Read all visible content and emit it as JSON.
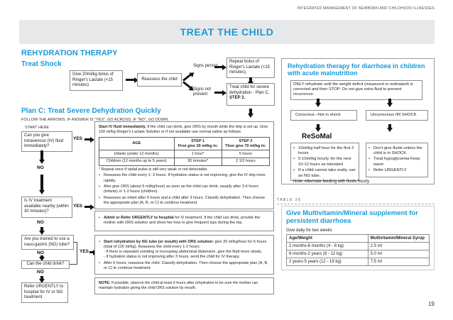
{
  "page": {
    "doc_header": "INTEGRATED MANAGEMENT OF NEWBORN AND CHILDHOOD ILLNESSES",
    "banner_title": "TREAT THE CHILD",
    "page_number": "19"
  },
  "colors": {
    "accent_blue": "#1a9ad7",
    "banner_bg": "#e7e8ea"
  },
  "rehydration": {
    "title": "REHYDRATION THERAPY"
  },
  "treat_shock": {
    "title": "Treat Shock",
    "give_box": "Give 20ml/kg bolus of Ringer's Lactate (<15 minutes)",
    "reassess_box": "Reassess the child",
    "signs_persist": "Signs persist",
    "signs_not_present": "Signs not present",
    "repeat_box": "Repeat bolus of Ringer's Lactate (<15 minutes).",
    "severe_box_line1": "Treat child for severe dehydration - Plan C,",
    "severe_box_bold": "STEP 2."
  },
  "plan_c": {
    "title": "Plan C: Treat Severe Dehydration Quickly",
    "instruction": "FOLLOW THE ARROWS. IF ANSWER IS \"YES\", GO ACROSS. IF \"NO\", GO DOWN.",
    "start_here": "START HERE",
    "yes": "YES",
    "no": "NO",
    "q_iv_now": "Can you give intravenous (IV) fluid immediately?",
    "q_iv_nearby": "Is IV treatment available nearby (within 30 minutes)?",
    "q_ng_trained": "Are you trained to use a naso-gastric (NG) tube?",
    "q_can_drink": "Can the child drink?",
    "refer_box": "Refer URGENTLY to hospital for IV or NG treatment"
  },
  "iv_box": {
    "intro_bold": "Start IV fluid immediately.",
    "intro_rest": " If the child can drink, give ORS by mouth while the drip is set up. Give 100 ml/kg Ringer's Lactate Solution or if not available use normal saline as follows:",
    "table": {
      "col_age": "AGE",
      "col_step1_title": "STEP 1",
      "col_step1_sub": "First give 30 ml/kg in:",
      "col_step2_title": "STEP 2",
      "col_step2_sub": "Then give 70 ml/kg in:",
      "rows": [
        {
          "age": "Infants (under 12 months)",
          "step1": "1 hour*",
          "step2": "5 hours"
        },
        {
          "age": "Children (12 months up to 5 years)",
          "step1": "30 minutes*",
          "step2": "2 1/2 hours"
        }
      ]
    },
    "footnote": "* Repeat once if radial pulse is still very weak or not detectable.",
    "bullets": [
      "Reassess the child every 1- 2 hours. If hydration status is not improving, give the IV drip more rapidly.",
      "Also give ORS (about 5 ml/kg/hour) as soon as the child can drink: usually after 3-4 hours (infants) or 1-2 hours (children).",
      "Reassess an infant after 6 hours and a child after 3 hours. Classify dehydration. Then choose the appropriate plan (A, B, or C) to continue treatment."
    ]
  },
  "admit_box": {
    "bold": "Admit or Refer URGENTLY to hospital",
    "rest": " for IV treatment. If the child can drink, provide the mother with ORS solution and show her how to give frequent sips during the trip."
  },
  "ng_box": {
    "b1_bold": "Start rehydration by NG tube (or mouth) with ORS solution:",
    "b1_rest": " give 20 ml/kg/hour for 6 hours (total of 120 ml/kg). Reassess the child every 1-2 hours:",
    "sub1": "- If there is repeated vomiting or increasing abdominal distension, give the fluid more slowly.",
    "sub2": "- If hydration status is not improving after 3 hours, send the child for IV therapy.",
    "b2": "After 6 hours, reassess the child. Classify dehydration. Then choose the appropriate plan (A, B, or C) to continue treatment."
  },
  "note_box": {
    "bold": "NOTE:",
    "rest": " If possible, observe the child at least 6 hours after rehydration to be sure the mother can maintain hydration giving the child ORS solution by mouth."
  },
  "malnutrition_panel": {
    "title": "Rehydration therapy for diarrhoea in children with acute malnutrition",
    "only_box": "ONLY rehydrate until the weight deficit (measured or estimated) is corrected and then STOP: Do not give extra fluid to prevent recurrence.",
    "conscious": "Conscious –Not in shock",
    "unconscious": "Unconscious /IN SHOCK",
    "resomal_title": "ReSoMal",
    "conscious_bullets": [
      "10ml/kg half hour for the first 2 hours",
      "5-10ml/kg hourly, for the next 10-12 hours as tolerated",
      "If a child cannot take orally, use an NG tube."
    ],
    "shock_bullets": [
      "Don't give fluids unless the child is in SHOCK",
      "Treat hypoglycemia Keep warm",
      "Refer URGENTLY"
    ],
    "note": "Note: Alternate feeding with fluids hourly"
  },
  "table_label": "TABLE 26",
  "multivitamin_panel": {
    "title": "Give Multivitamin/Mineral supplement for persistent diarrhoea",
    "subtitle": "Give daily for two weeks",
    "col_age": "Age/Weight",
    "col_syrup": "Multivitamin/Mineral Syrup",
    "rows": [
      {
        "age": "2 months-6 months (4 - 8 kg)",
        "dose": "2.5 ml"
      },
      {
        "age": "6 months-2 years (8 - 12 kg)",
        "dose": "5.0 ml"
      },
      {
        "age": "2 years-5 years (12 - 19 kg)",
        "dose": "7.5 ml"
      }
    ]
  }
}
